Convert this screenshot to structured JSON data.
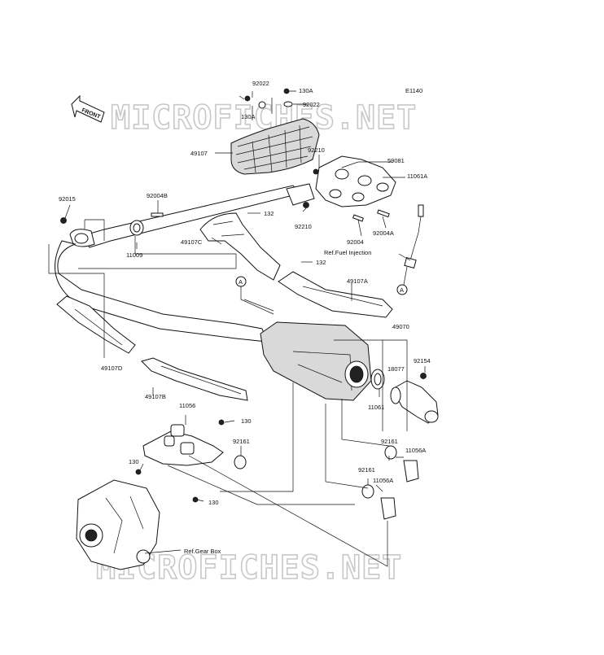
{
  "diagram": {
    "code": "E1140",
    "watermark": "MICROFICHES.NET",
    "front_label": "FRONT",
    "refs": {
      "fuel_injection": "Ref.Fuel Injection",
      "gear_box": "Ref.Gear Box",
      "marker_a": "A"
    },
    "labels": {
      "l92022a": "92022",
      "l130a_top": "130A",
      "l130a_left": "130A",
      "l92022b": "92022",
      "l49107": "49107",
      "l92210a": "92210",
      "l59081": "59081",
      "l11061a": "11061A",
      "l92015": "92015",
      "l92004b": "92004B",
      "l132a": "132",
      "l49107c": "49107C",
      "l11009": "11009",
      "l92210b": "92210",
      "l92004a": "92004A",
      "l92004": "92004",
      "l132b": "132",
      "l49107a": "49107A",
      "l49070": "49070",
      "l18077": "18077",
      "l92154": "92154",
      "l49107d": "49107D",
      "l11061": "11061",
      "l49107b": "49107B",
      "l11056": "11056",
      "l130a": "130",
      "l92161a": "92161",
      "l92161b": "92161",
      "l11056a_a": "11056A",
      "l92161c": "92161",
      "l11056a_b": "11056A",
      "l130b": "130",
      "l130c": "130"
    }
  }
}
